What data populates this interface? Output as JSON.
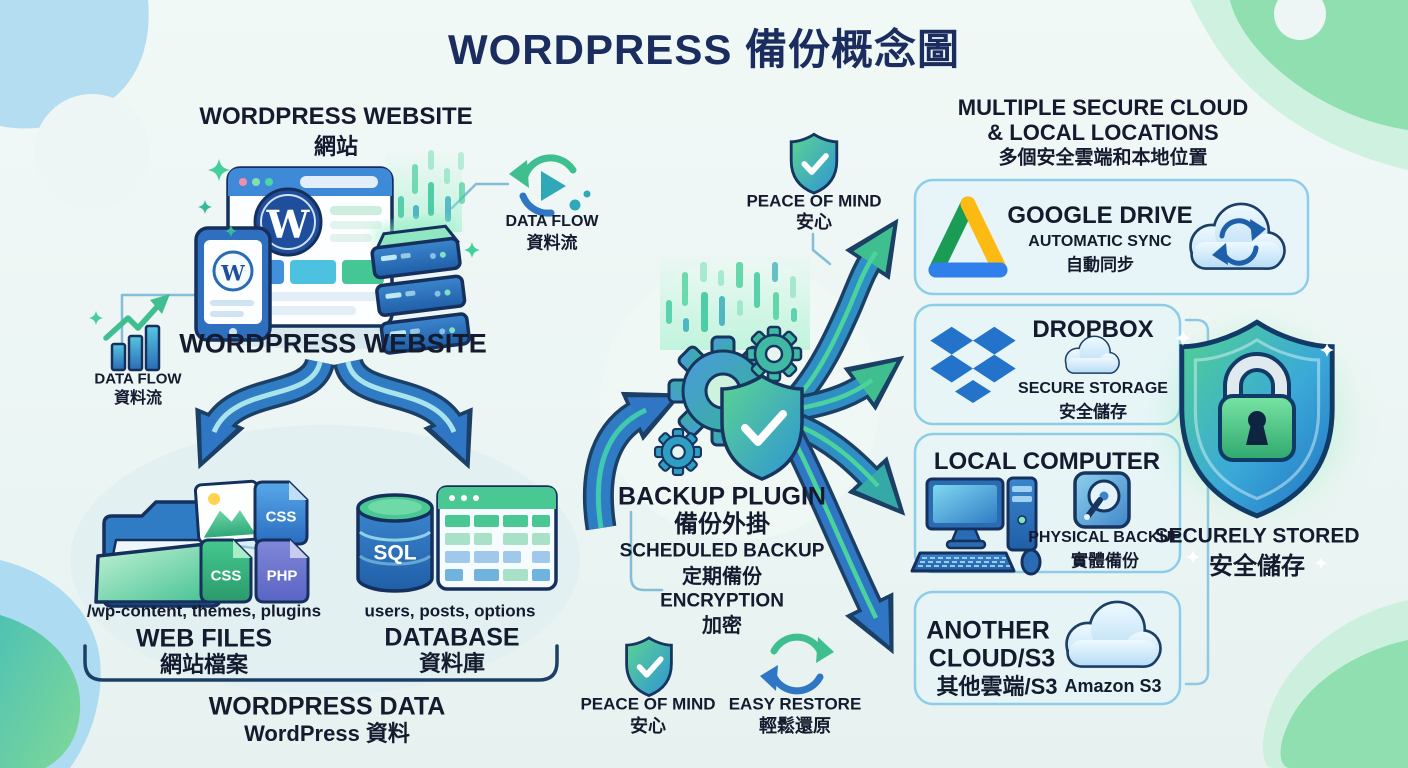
{
  "title": "WORDPRESS 備份概念圖",
  "website": {
    "heading_en": "WORDPRESS WEBSITE",
    "heading_zh": "網站",
    "caption": "WORDPRESS WEBSITE",
    "wp_monogram": "W"
  },
  "data_flow_top": {
    "en": "DATA FLOW",
    "zh": "資料流"
  },
  "data_flow_left": {
    "en": "DATA FLOW",
    "zh": "資料流"
  },
  "web_files": {
    "path": "/wp-content, themes, plugins",
    "en": "WEB FILES",
    "zh": "網站檔案",
    "badge_css1": "CSS",
    "badge_css2": "CSS",
    "badge_php": "PHP"
  },
  "database": {
    "sql": "SQL",
    "items": "users, posts, options",
    "en": "DATABASE",
    "zh": "資料庫"
  },
  "wordpress_data": {
    "en": "WORDPRESS DATA",
    "zh": "WordPress 資料"
  },
  "backup_plugin": {
    "en": "BACKUP PLUGIN",
    "zh": "備份外掛",
    "scheduled_en": "SCHEDULED BACKUP",
    "scheduled_zh": "定期備份",
    "encryption_en": "ENCRYPTION",
    "encryption_zh": "加密"
  },
  "peace_of_mind_top": {
    "en": "PEACE OF MIND",
    "zh": "安心"
  },
  "peace_of_mind_bottom": {
    "en": "PEACE OF MIND",
    "zh": "安心"
  },
  "easy_restore": {
    "en": "EASY RESTORE",
    "zh": "輕鬆還原"
  },
  "destinations": {
    "heading_en_line1": "MULTIPLE SECURE CLOUD",
    "heading_en_line2": "& LOCAL LOCATIONS",
    "heading_zh": "多個安全雲端和本地位置",
    "google_drive": {
      "name": "GOOGLE DRIVE",
      "sub_en": "AUTOMATIC SYNC",
      "sub_zh": "自動同步"
    },
    "dropbox": {
      "name": "DROPBOX",
      "sub_en": "SECURE STORAGE",
      "sub_zh": "安全儲存"
    },
    "local_computer": {
      "name": "LOCAL COMPUTER",
      "sub_en": "PHYSICAL BACKUP",
      "sub_zh": "實體備份"
    },
    "another_cloud": {
      "name_line1": "ANOTHER",
      "name_line2": "CLOUD/S3",
      "name_zh": "其他雲端/S3",
      "provider": "Amazon S3"
    }
  },
  "securely_stored": {
    "en": "SECURELY STORED",
    "zh": "安全儲存"
  },
  "icons": [
    "wordpress-logo",
    "browser-window",
    "smartphone",
    "server-stack",
    "data-flow-cycle-icon",
    "growth-chart-icon",
    "folder-icon",
    "image-file-icon",
    "css-file-icon",
    "php-file-icon",
    "sql-database-icon",
    "data-table-icon",
    "gears-icon",
    "shield-check-icon",
    "padlock-shield-icon",
    "restore-cycle-icon",
    "google-drive-logo",
    "sync-cloud-icon",
    "dropbox-logo",
    "cloud-icon",
    "desktop-computer-icon",
    "hard-drive-icon",
    "keyboard-icon",
    "mouse-icon"
  ],
  "colors": {
    "title_navy": "#1b2c5e",
    "text_dark": "#141b2e",
    "arrow_blue": "#2f7cc4",
    "arrow_outline": "#1c3f66",
    "accent_green": "#3fbf8f",
    "accent_teal": "#35a8a8",
    "card_border": "#8ccde8",
    "card_fill": "#e4f4fa",
    "shield_green": "#55d08f",
    "shield_blue": "#2a7fc8",
    "dropbox_blue": "#2273c9",
    "gd_green": "#1a9c54",
    "gd_yellow": "#fdba12",
    "gd_blue": "#2f80ed",
    "php_purple": "#6a72cc",
    "bg": "#edf6f4"
  }
}
